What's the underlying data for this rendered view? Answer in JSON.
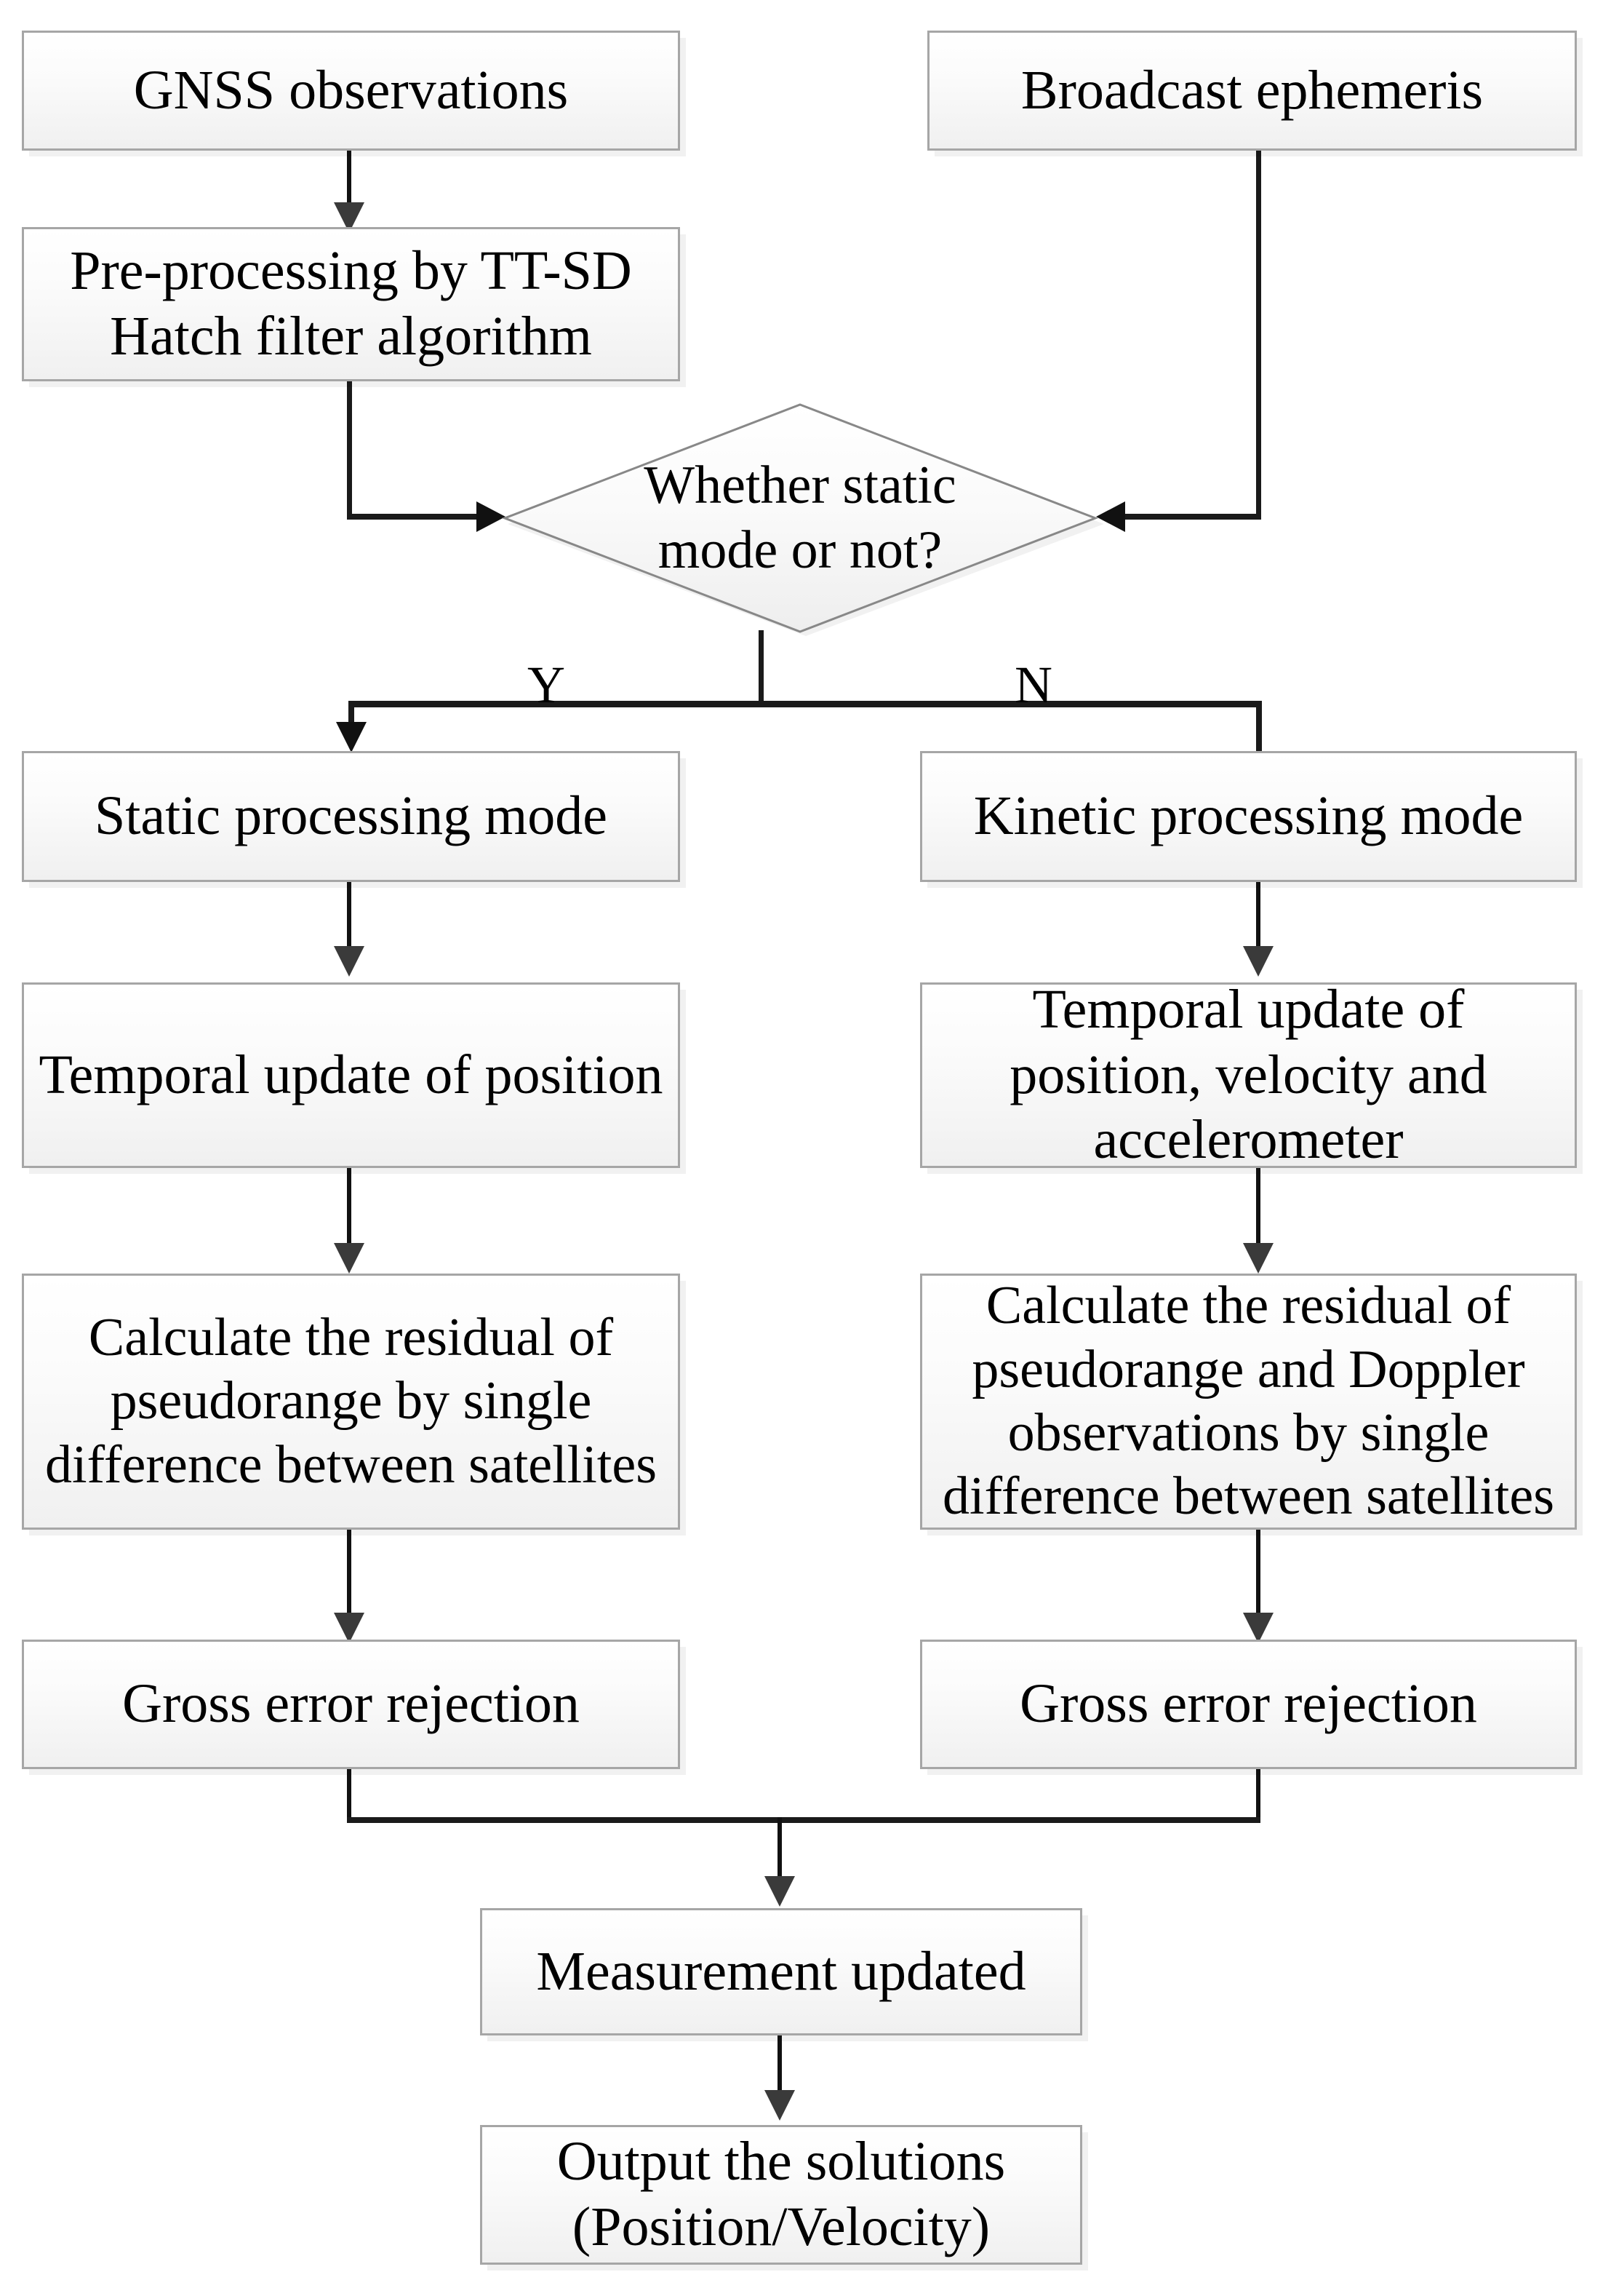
{
  "diagram": {
    "title": "GNSS TT-SD Hatch filter processing flowchart",
    "type": "flowchart",
    "colors": {
      "node_border": "#a6a6a6",
      "node_fill_top": "#ffffff",
      "node_fill_bottom": "#f0f0f0",
      "connector": "#1a1a1a",
      "text": "#000000",
      "background": "#ffffff"
    }
  },
  "nodes": {
    "gnss_observations": {
      "label": "GNSS observations",
      "shape": "rectangle"
    },
    "broadcast_ephemeris": {
      "label": "Broadcast ephemeris",
      "shape": "rectangle"
    },
    "preprocessing": {
      "label": "Pre-processing by TT-SD\nHatch filter algorithm",
      "shape": "rectangle"
    },
    "decision_static": {
      "label": "Whether static\nmode or not?",
      "shape": "diamond"
    },
    "static_mode": {
      "label": "Static processing mode",
      "shape": "rectangle"
    },
    "kinetic_mode": {
      "label": "Kinetic processing mode",
      "shape": "rectangle"
    },
    "static_temporal_update": {
      "label": "Temporal update of position",
      "shape": "rectangle"
    },
    "kinetic_temporal_update": {
      "label": "Temporal update of\nposition, velocity and\naccelerometer",
      "shape": "rectangle"
    },
    "static_residual": {
      "label": "Calculate the residual of\npseudorange by single\ndifference between satellites",
      "shape": "rectangle"
    },
    "kinetic_residual": {
      "label": "Calculate the residual of\npseudorange and Doppler\nobservations  by single\ndifference between satellites",
      "shape": "rectangle"
    },
    "static_gross_error": {
      "label": "Gross error rejection",
      "shape": "rectangle"
    },
    "kinetic_gross_error": {
      "label": "Gross error rejection",
      "shape": "rectangle"
    },
    "measurement_updated": {
      "label": "Measurement updated",
      "shape": "rectangle"
    },
    "output_solutions": {
      "label": "Output the solutions\n(Position/Velocity)",
      "shape": "rectangle"
    }
  },
  "branch_labels": {
    "yes": "Y",
    "no": "N"
  },
  "edges": [
    {
      "from": "gnss_observations",
      "to": "preprocessing",
      "label": ""
    },
    {
      "from": "preprocessing",
      "to": "decision_static",
      "label": ""
    },
    {
      "from": "broadcast_ephemeris",
      "to": "decision_static",
      "label": ""
    },
    {
      "from": "decision_static",
      "to": "static_mode",
      "label": "Y"
    },
    {
      "from": "decision_static",
      "to": "kinetic_mode",
      "label": "N"
    },
    {
      "from": "static_mode",
      "to": "static_temporal_update",
      "label": ""
    },
    {
      "from": "kinetic_mode",
      "to": "kinetic_temporal_update",
      "label": ""
    },
    {
      "from": "static_temporal_update",
      "to": "static_residual",
      "label": ""
    },
    {
      "from": "kinetic_temporal_update",
      "to": "kinetic_residual",
      "label": ""
    },
    {
      "from": "static_residual",
      "to": "static_gross_error",
      "label": ""
    },
    {
      "from": "kinetic_residual",
      "to": "kinetic_gross_error",
      "label": ""
    },
    {
      "from": "static_gross_error",
      "to": "measurement_updated",
      "label": ""
    },
    {
      "from": "kinetic_gross_error",
      "to": "measurement_updated",
      "label": ""
    },
    {
      "from": "measurement_updated",
      "to": "output_solutions",
      "label": ""
    }
  ]
}
